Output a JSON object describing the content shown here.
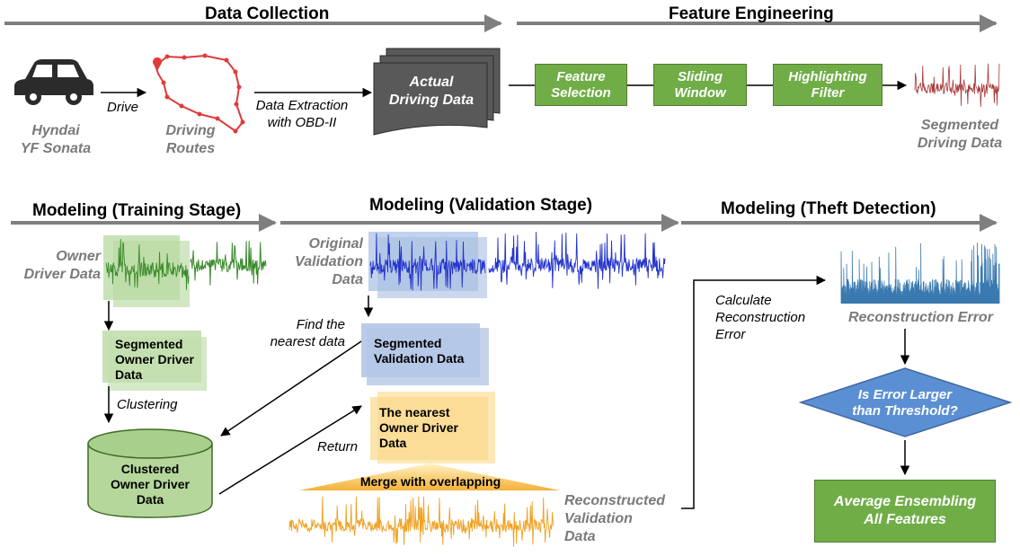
{
  "sections": {
    "data_collection": "Data Collection",
    "feature_engineering": "Feature Engineering",
    "training": "Modeling (Training Stage)",
    "validation": "Modeling (Validation Stage)",
    "theft": "Modeling (Theft Detection)"
  },
  "collection": {
    "car_line1": "Hyndai",
    "car_line2": "YF Sonata",
    "drive": "Drive",
    "routes_line1": "Driving",
    "routes_line2": "Routes",
    "extraction_line1": "Data Extraction",
    "extraction_line2": "with OBD-II",
    "actual_line1": "Actual",
    "actual_line2": "Driving Data"
  },
  "features": {
    "selection_line1": "Feature",
    "selection_line2": "Selection",
    "window_line1": "Sliding",
    "window_line2": "Window",
    "filter_line1": "Highlighting",
    "filter_line2": "Filter",
    "segmented_line1": "Segmented",
    "segmented_line2": "Driving Data"
  },
  "training": {
    "owner_line1": "Owner",
    "owner_line2": "Driver Data",
    "segmented_line1": "Segmented",
    "segmented_line2": "Owner Driver",
    "segmented_line3": "Data",
    "clustering": "Clustering",
    "clustered_line1": "Clustered",
    "clustered_line2": "Owner Driver",
    "clustered_line3": "Data"
  },
  "validation": {
    "original_line1": "Original",
    "original_line2": "Validation",
    "original_line3": "Data",
    "find_line1": "Find the",
    "find_line2": "nearest data",
    "segval_line1": "Segmented",
    "segval_line2": "Validation Data",
    "nearest_line1": "The nearest",
    "nearest_line2": "Owner Driver",
    "nearest_line3": "Data",
    "return": "Return",
    "merge": "Merge with overlapping",
    "recon_line1": "Reconstructed",
    "recon_line2": "Validation",
    "recon_line3": "Data"
  },
  "theft": {
    "calc_line1": "Calculate",
    "calc_line2": "Reconstruction",
    "calc_line3": "Error",
    "recon_error": "Reconstruction Error",
    "decision_line1": "Is Error Larger",
    "decision_line2": "than Threshold?",
    "average_line1": "Average Ensembling",
    "average_line2": "All Features"
  },
  "colors": {
    "green_box": "#70ad47",
    "blue_decision": "#5b8fd4",
    "signal_green": "#3a8a2a",
    "signal_blue": "#2233cc",
    "signal_orange": "#f0a020",
    "signal_red": "#a83838",
    "signal_teal": "#3a7ab0",
    "route_red": "#e03a3a"
  }
}
